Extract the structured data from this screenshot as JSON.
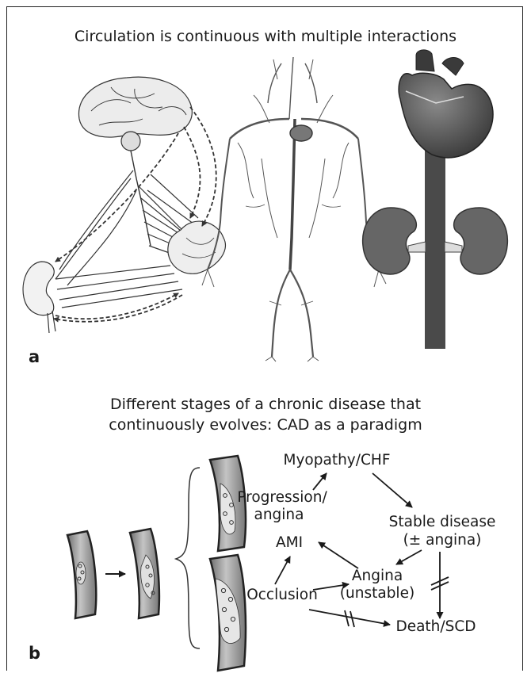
{
  "panel_a": {
    "title": "Circulation is continuous with multiple interactions",
    "label": "a",
    "illustrations": [
      "brain-heart-kidney-network",
      "vascular-system",
      "heart-aorta-kidneys"
    ]
  },
  "panel_b": {
    "title_line1": "Different stages of a chronic disease that",
    "title_line2": "continuously evolves: CAD as a paradigm",
    "label": "b",
    "nodes": {
      "myopathy": "Myopathy/CHF",
      "progression_line1": "Progression/",
      "progression_line2": "angina",
      "ami": "AMI",
      "stable_line1": "Stable disease",
      "stable_line2": "(± angina)",
      "angina_line1": "Angina",
      "angina_line2": "(unstable)",
      "occlusion": "Occlusion",
      "death": "Death/SCD"
    }
  }
}
